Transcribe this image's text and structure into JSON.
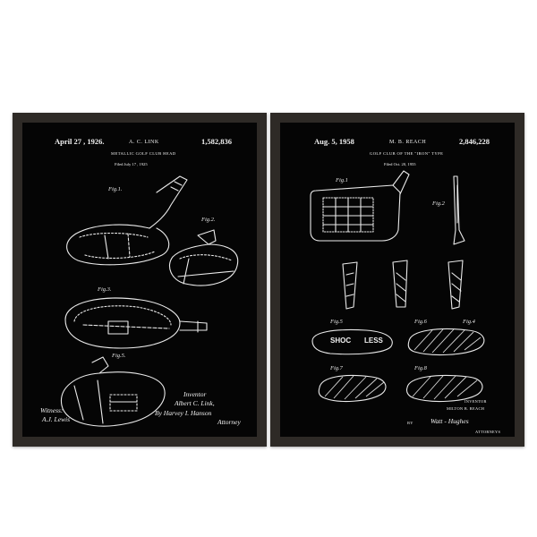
{
  "left_print": {
    "date": "April 27 , 1926.",
    "inventor": "A. C. LINK",
    "patent_number": "1,582,836",
    "subtitle": "METALLIC GOLF CLUB HEAD",
    "filed": "Filed July 17 , 1925",
    "inventor_label": "Inventor",
    "inventor_signature": "Albert C. Link,",
    "attorney_signature": "By Harvey I. Hanson",
    "attorney_label": "Attorney",
    "witness_label": "Witness:",
    "witness_signature": "A.J. Lewis"
  },
  "right_print": {
    "date": "Aug. 5, 1958",
    "inventor": "M. B. REACH",
    "patent_number": "2,846,228",
    "subtitle": "GOLF CLUB OF THE \"IRON\" TYPE",
    "filed": "Filed Oct. 20, 1955",
    "logo_left": "SHOC",
    "logo_right": "LESS",
    "inventor_label": "INVENTOR",
    "inventor_name": "MILTON B. REACH",
    "by_label": "BY",
    "attorney_signature": "Watt - Hughes",
    "attorney_label": "ATTORNEYS"
  }
}
